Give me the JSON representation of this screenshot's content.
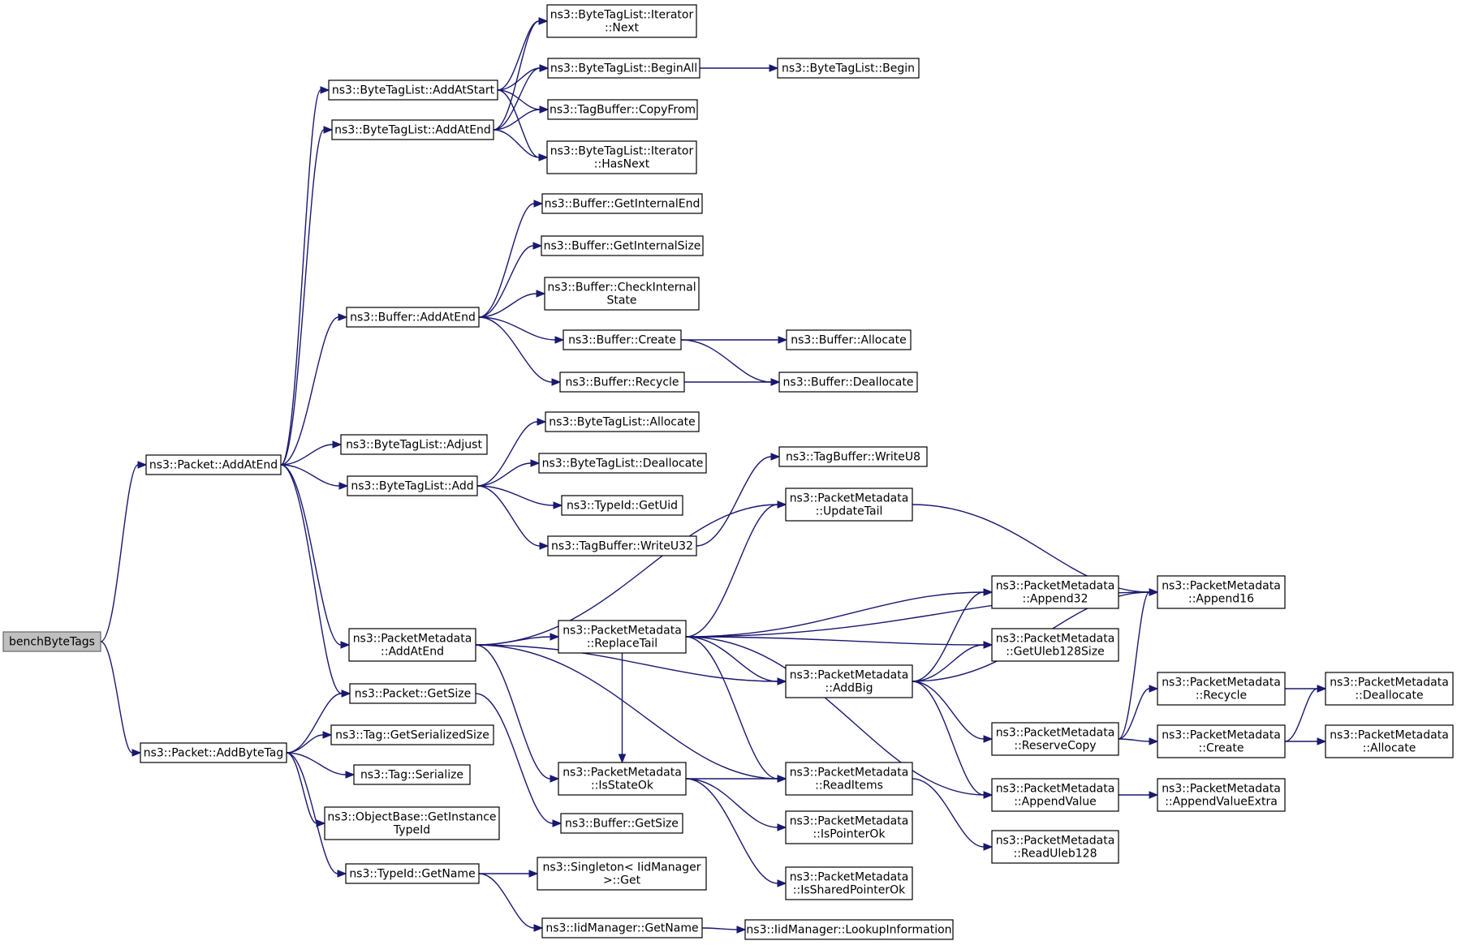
{
  "nodes": [
    {
      "id": "benchByteTags",
      "lines": [
        "benchByteTags"
      ],
      "root": true
    },
    {
      "id": "Packet_AddAtEnd",
      "lines": [
        "ns3::Packet::AddAtEnd"
      ]
    },
    {
      "id": "Packet_AddByteTag",
      "lines": [
        "ns3::Packet::AddByteTag"
      ]
    },
    {
      "id": "BTL_AddAtStart",
      "lines": [
        "ns3::ByteTagList::AddAtStart"
      ]
    },
    {
      "id": "BTL_AddAtEnd",
      "lines": [
        "ns3::ByteTagList::AddAtEnd"
      ]
    },
    {
      "id": "Buffer_AddAtEnd",
      "lines": [
        "ns3::Buffer::AddAtEnd"
      ]
    },
    {
      "id": "BTL_Adjust",
      "lines": [
        "ns3::ByteTagList::Adjust"
      ]
    },
    {
      "id": "BTL_Add",
      "lines": [
        "ns3::ByteTagList::Add"
      ]
    },
    {
      "id": "PM_AddAtEnd",
      "lines": [
        "ns3::PacketMetadata",
        "::AddAtEnd"
      ]
    },
    {
      "id": "Packet_GetSize",
      "lines": [
        "ns3::Packet::GetSize"
      ]
    },
    {
      "id": "Tag_GetSerializedSize",
      "lines": [
        "ns3::Tag::GetSerializedSize"
      ]
    },
    {
      "id": "Tag_Serialize",
      "lines": [
        "ns3::Tag::Serialize"
      ]
    },
    {
      "id": "ObjectBase_GetInstanceTypeId",
      "lines": [
        "ns3::ObjectBase::GetInstance",
        "TypeId"
      ]
    },
    {
      "id": "TypeId_GetName",
      "lines": [
        "ns3::TypeId::GetName"
      ]
    },
    {
      "id": "BTL_Iterator_Next",
      "lines": [
        "ns3::ByteTagList::Iterator",
        "::Next"
      ]
    },
    {
      "id": "BTL_BeginAll",
      "lines": [
        "ns3::ByteTagList::BeginAll"
      ]
    },
    {
      "id": "TagBuffer_CopyFrom",
      "lines": [
        "ns3::TagBuffer::CopyFrom"
      ]
    },
    {
      "id": "BTL_Iterator_HasNext",
      "lines": [
        "ns3::ByteTagList::Iterator",
        "::HasNext"
      ]
    },
    {
      "id": "Buffer_GetInternalEnd",
      "lines": [
        "ns3::Buffer::GetInternalEnd"
      ]
    },
    {
      "id": "Buffer_GetInternalSize",
      "lines": [
        "ns3::Buffer::GetInternalSize"
      ]
    },
    {
      "id": "Buffer_CheckInternalState",
      "lines": [
        "ns3::Buffer::CheckInternal",
        "State"
      ]
    },
    {
      "id": "Buffer_Create",
      "lines": [
        "ns3::Buffer::Create"
      ]
    },
    {
      "id": "Buffer_Recycle",
      "lines": [
        "ns3::Buffer::Recycle"
      ]
    },
    {
      "id": "BTL_Allocate",
      "lines": [
        "ns3::ByteTagList::Allocate"
      ]
    },
    {
      "id": "BTL_Deallocate",
      "lines": [
        "ns3::ByteTagList::Deallocate"
      ]
    },
    {
      "id": "TypeId_GetUid",
      "lines": [
        "ns3::TypeId::GetUid"
      ]
    },
    {
      "id": "TagBuffer_WriteU32",
      "lines": [
        "ns3::TagBuffer::WriteU32"
      ]
    },
    {
      "id": "PM_ReplaceTail",
      "lines": [
        "ns3::PacketMetadata",
        "::ReplaceTail"
      ]
    },
    {
      "id": "PM_IsStateOk",
      "lines": [
        "ns3::PacketMetadata",
        "::IsStateOk"
      ]
    },
    {
      "id": "Buffer_GetSize",
      "lines": [
        "ns3::Buffer::GetSize"
      ]
    },
    {
      "id": "Singleton_Get",
      "lines": [
        "ns3::Singleton< IidManager",
        ">::Get"
      ]
    },
    {
      "id": "IidManager_GetName",
      "lines": [
        "ns3::IidManager::GetName"
      ]
    },
    {
      "id": "BTL_Begin",
      "lines": [
        "ns3::ByteTagList::Begin"
      ]
    },
    {
      "id": "Buffer_Allocate",
      "lines": [
        "ns3::Buffer::Allocate"
      ]
    },
    {
      "id": "Buffer_Deallocate",
      "lines": [
        "ns3::Buffer::Deallocate"
      ]
    },
    {
      "id": "TagBuffer_WriteU8",
      "lines": [
        "ns3::TagBuffer::WriteU8"
      ]
    },
    {
      "id": "PM_UpdateTail",
      "lines": [
        "ns3::PacketMetadata",
        "::UpdateTail"
      ]
    },
    {
      "id": "PM_AddBig",
      "lines": [
        "ns3::PacketMetadata",
        "::AddBig"
      ]
    },
    {
      "id": "PM_ReadItems",
      "lines": [
        "ns3::PacketMetadata",
        "::ReadItems"
      ]
    },
    {
      "id": "PM_IsPointerOk",
      "lines": [
        "ns3::PacketMetadata",
        "::IsPointerOk"
      ]
    },
    {
      "id": "PM_IsSharedPointerOk",
      "lines": [
        "ns3::PacketMetadata",
        "::IsSharedPointerOk"
      ]
    },
    {
      "id": "IidManager_LookupInformation",
      "lines": [
        "ns3::IidManager::LookupInformation"
      ]
    },
    {
      "id": "PM_Append32",
      "lines": [
        "ns3::PacketMetadata",
        "::Append32"
      ]
    },
    {
      "id": "PM_GetUleb128Size",
      "lines": [
        "ns3::PacketMetadata",
        "::GetUleb128Size"
      ]
    },
    {
      "id": "PM_ReserveCopy",
      "lines": [
        "ns3::PacketMetadata",
        "::ReserveCopy"
      ]
    },
    {
      "id": "PM_AppendValue",
      "lines": [
        "ns3::PacketMetadata",
        "::AppendValue"
      ]
    },
    {
      "id": "PM_ReadUleb128",
      "lines": [
        "ns3::PacketMetadata",
        "::ReadUleb128"
      ]
    },
    {
      "id": "PM_Append16",
      "lines": [
        "ns3::PacketMetadata",
        "::Append16"
      ]
    },
    {
      "id": "PM_Recycle",
      "lines": [
        "ns3::PacketMetadata",
        "::Recycle"
      ]
    },
    {
      "id": "PM_Create",
      "lines": [
        "ns3::PacketMetadata",
        "::Create"
      ]
    },
    {
      "id": "PM_AppendValueExtra",
      "lines": [
        "ns3::PacketMetadata",
        "::AppendValueExtra"
      ]
    },
    {
      "id": "PM_Deallocate",
      "lines": [
        "ns3::PacketMetadata",
        "::Deallocate"
      ]
    },
    {
      "id": "PM_Allocate",
      "lines": [
        "ns3::PacketMetadata",
        "::Allocate"
      ]
    }
  ],
  "edges": [
    [
      "benchByteTags",
      "Packet_AddAtEnd"
    ],
    [
      "benchByteTags",
      "Packet_AddByteTag"
    ],
    [
      "Packet_AddAtEnd",
      "BTL_AddAtStart"
    ],
    [
      "Packet_AddAtEnd",
      "BTL_AddAtEnd"
    ],
    [
      "Packet_AddAtEnd",
      "Buffer_AddAtEnd"
    ],
    [
      "Packet_AddAtEnd",
      "BTL_Adjust"
    ],
    [
      "Packet_AddAtEnd",
      "BTL_Add"
    ],
    [
      "Packet_AddAtEnd",
      "PM_AddAtEnd"
    ],
    [
      "Packet_AddAtEnd",
      "Packet_GetSize"
    ],
    [
      "Packet_AddByteTag",
      "Packet_GetSize"
    ],
    [
      "Packet_AddByteTag",
      "Tag_GetSerializedSize"
    ],
    [
      "Packet_AddByteTag",
      "Tag_Serialize"
    ],
    [
      "Packet_AddByteTag",
      "ObjectBase_GetInstanceTypeId"
    ],
    [
      "Packet_AddByteTag",
      "TypeId_GetName"
    ],
    [
      "BTL_AddAtStart",
      "BTL_Iterator_Next"
    ],
    [
      "BTL_AddAtStart",
      "BTL_BeginAll"
    ],
    [
      "BTL_AddAtStart",
      "TagBuffer_CopyFrom"
    ],
    [
      "BTL_AddAtStart",
      "BTL_Iterator_HasNext"
    ],
    [
      "BTL_AddAtEnd",
      "BTL_Iterator_Next"
    ],
    [
      "BTL_AddAtEnd",
      "BTL_BeginAll"
    ],
    [
      "BTL_AddAtEnd",
      "TagBuffer_CopyFrom"
    ],
    [
      "BTL_AddAtEnd",
      "BTL_Iterator_HasNext"
    ],
    [
      "BTL_BeginAll",
      "BTL_Begin"
    ],
    [
      "Buffer_AddAtEnd",
      "Buffer_GetInternalEnd"
    ],
    [
      "Buffer_AddAtEnd",
      "Buffer_GetInternalSize"
    ],
    [
      "Buffer_AddAtEnd",
      "Buffer_CheckInternalState"
    ],
    [
      "Buffer_AddAtEnd",
      "Buffer_Create"
    ],
    [
      "Buffer_AddAtEnd",
      "Buffer_Recycle"
    ],
    [
      "Buffer_Create",
      "Buffer_Allocate"
    ],
    [
      "Buffer_Create",
      "Buffer_Deallocate"
    ],
    [
      "Buffer_Recycle",
      "Buffer_Deallocate"
    ],
    [
      "BTL_Add",
      "BTL_Allocate"
    ],
    [
      "BTL_Add",
      "BTL_Deallocate"
    ],
    [
      "BTL_Add",
      "TypeId_GetUid"
    ],
    [
      "BTL_Add",
      "TagBuffer_WriteU32"
    ],
    [
      "TagBuffer_WriteU32",
      "TagBuffer_WriteU8"
    ],
    [
      "PM_AddAtEnd",
      "PM_UpdateTail"
    ],
    [
      "PM_AddAtEnd",
      "PM_ReplaceTail"
    ],
    [
      "PM_AddAtEnd",
      "PM_AddBig"
    ],
    [
      "PM_AddAtEnd",
      "PM_ReadItems"
    ],
    [
      "PM_AddAtEnd",
      "PM_IsStateOk"
    ],
    [
      "PM_ReplaceTail",
      "PM_UpdateTail"
    ],
    [
      "PM_ReplaceTail",
      "PM_Append16"
    ],
    [
      "PM_ReplaceTail",
      "PM_Append32"
    ],
    [
      "PM_ReplaceTail",
      "PM_GetUleb128Size"
    ],
    [
      "PM_ReplaceTail",
      "PM_AddBig"
    ],
    [
      "PM_ReplaceTail",
      "PM_ReadItems"
    ],
    [
      "PM_ReplaceTail",
      "PM_AppendValue"
    ],
    [
      "PM_ReplaceTail",
      "PM_IsStateOk"
    ],
    [
      "PM_UpdateTail",
      "PM_Append16"
    ],
    [
      "PM_AddBig",
      "PM_Append32"
    ],
    [
      "PM_AddBig",
      "PM_GetUleb128Size"
    ],
    [
      "PM_AddBig",
      "PM_Append16"
    ],
    [
      "PM_AddBig",
      "PM_ReserveCopy"
    ],
    [
      "PM_AddBig",
      "PM_AppendValue"
    ],
    [
      "PM_ReserveCopy",
      "PM_Append16"
    ],
    [
      "PM_ReserveCopy",
      "PM_Recycle"
    ],
    [
      "PM_ReserveCopy",
      "PM_Create"
    ],
    [
      "PM_Recycle",
      "PM_Deallocate"
    ],
    [
      "PM_Create",
      "PM_Deallocate"
    ],
    [
      "PM_Create",
      "PM_Allocate"
    ],
    [
      "PM_AppendValue",
      "PM_AppendValueExtra"
    ],
    [
      "PM_IsStateOk",
      "PM_ReadItems"
    ],
    [
      "PM_IsStateOk",
      "PM_IsPointerOk"
    ],
    [
      "PM_IsStateOk",
      "PM_IsSharedPointerOk"
    ],
    [
      "PM_ReadItems",
      "PM_ReadUleb128"
    ],
    [
      "Packet_GetSize",
      "Buffer_GetSize"
    ],
    [
      "TypeId_GetName",
      "Singleton_Get"
    ],
    [
      "TypeId_GetName",
      "IidManager_GetName"
    ],
    [
      "IidManager_GetName",
      "IidManager_LookupInformation"
    ]
  ]
}
